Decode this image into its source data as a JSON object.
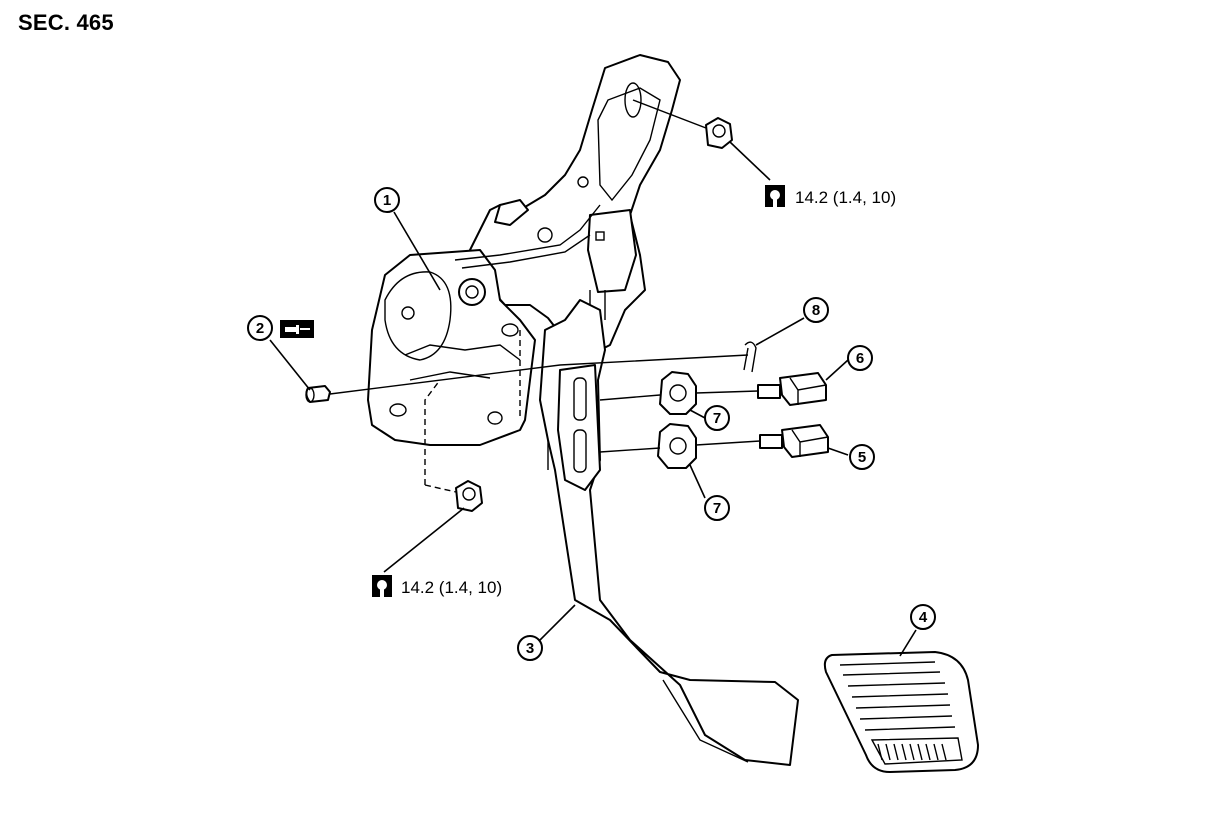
{
  "section": "SEC. 465",
  "torque_labels": [
    {
      "id": "upper",
      "value": "14.2 (1.4, 10)",
      "icon": "torque-wrench-icon"
    },
    {
      "id": "lower",
      "value": "14.2 (1.4, 10)",
      "icon": "torque-wrench-icon"
    }
  ],
  "callouts": [
    "1",
    "2",
    "3",
    "4",
    "5",
    "6",
    "7",
    "7",
    "8"
  ],
  "grease_icon": "grease-apply-icon"
}
